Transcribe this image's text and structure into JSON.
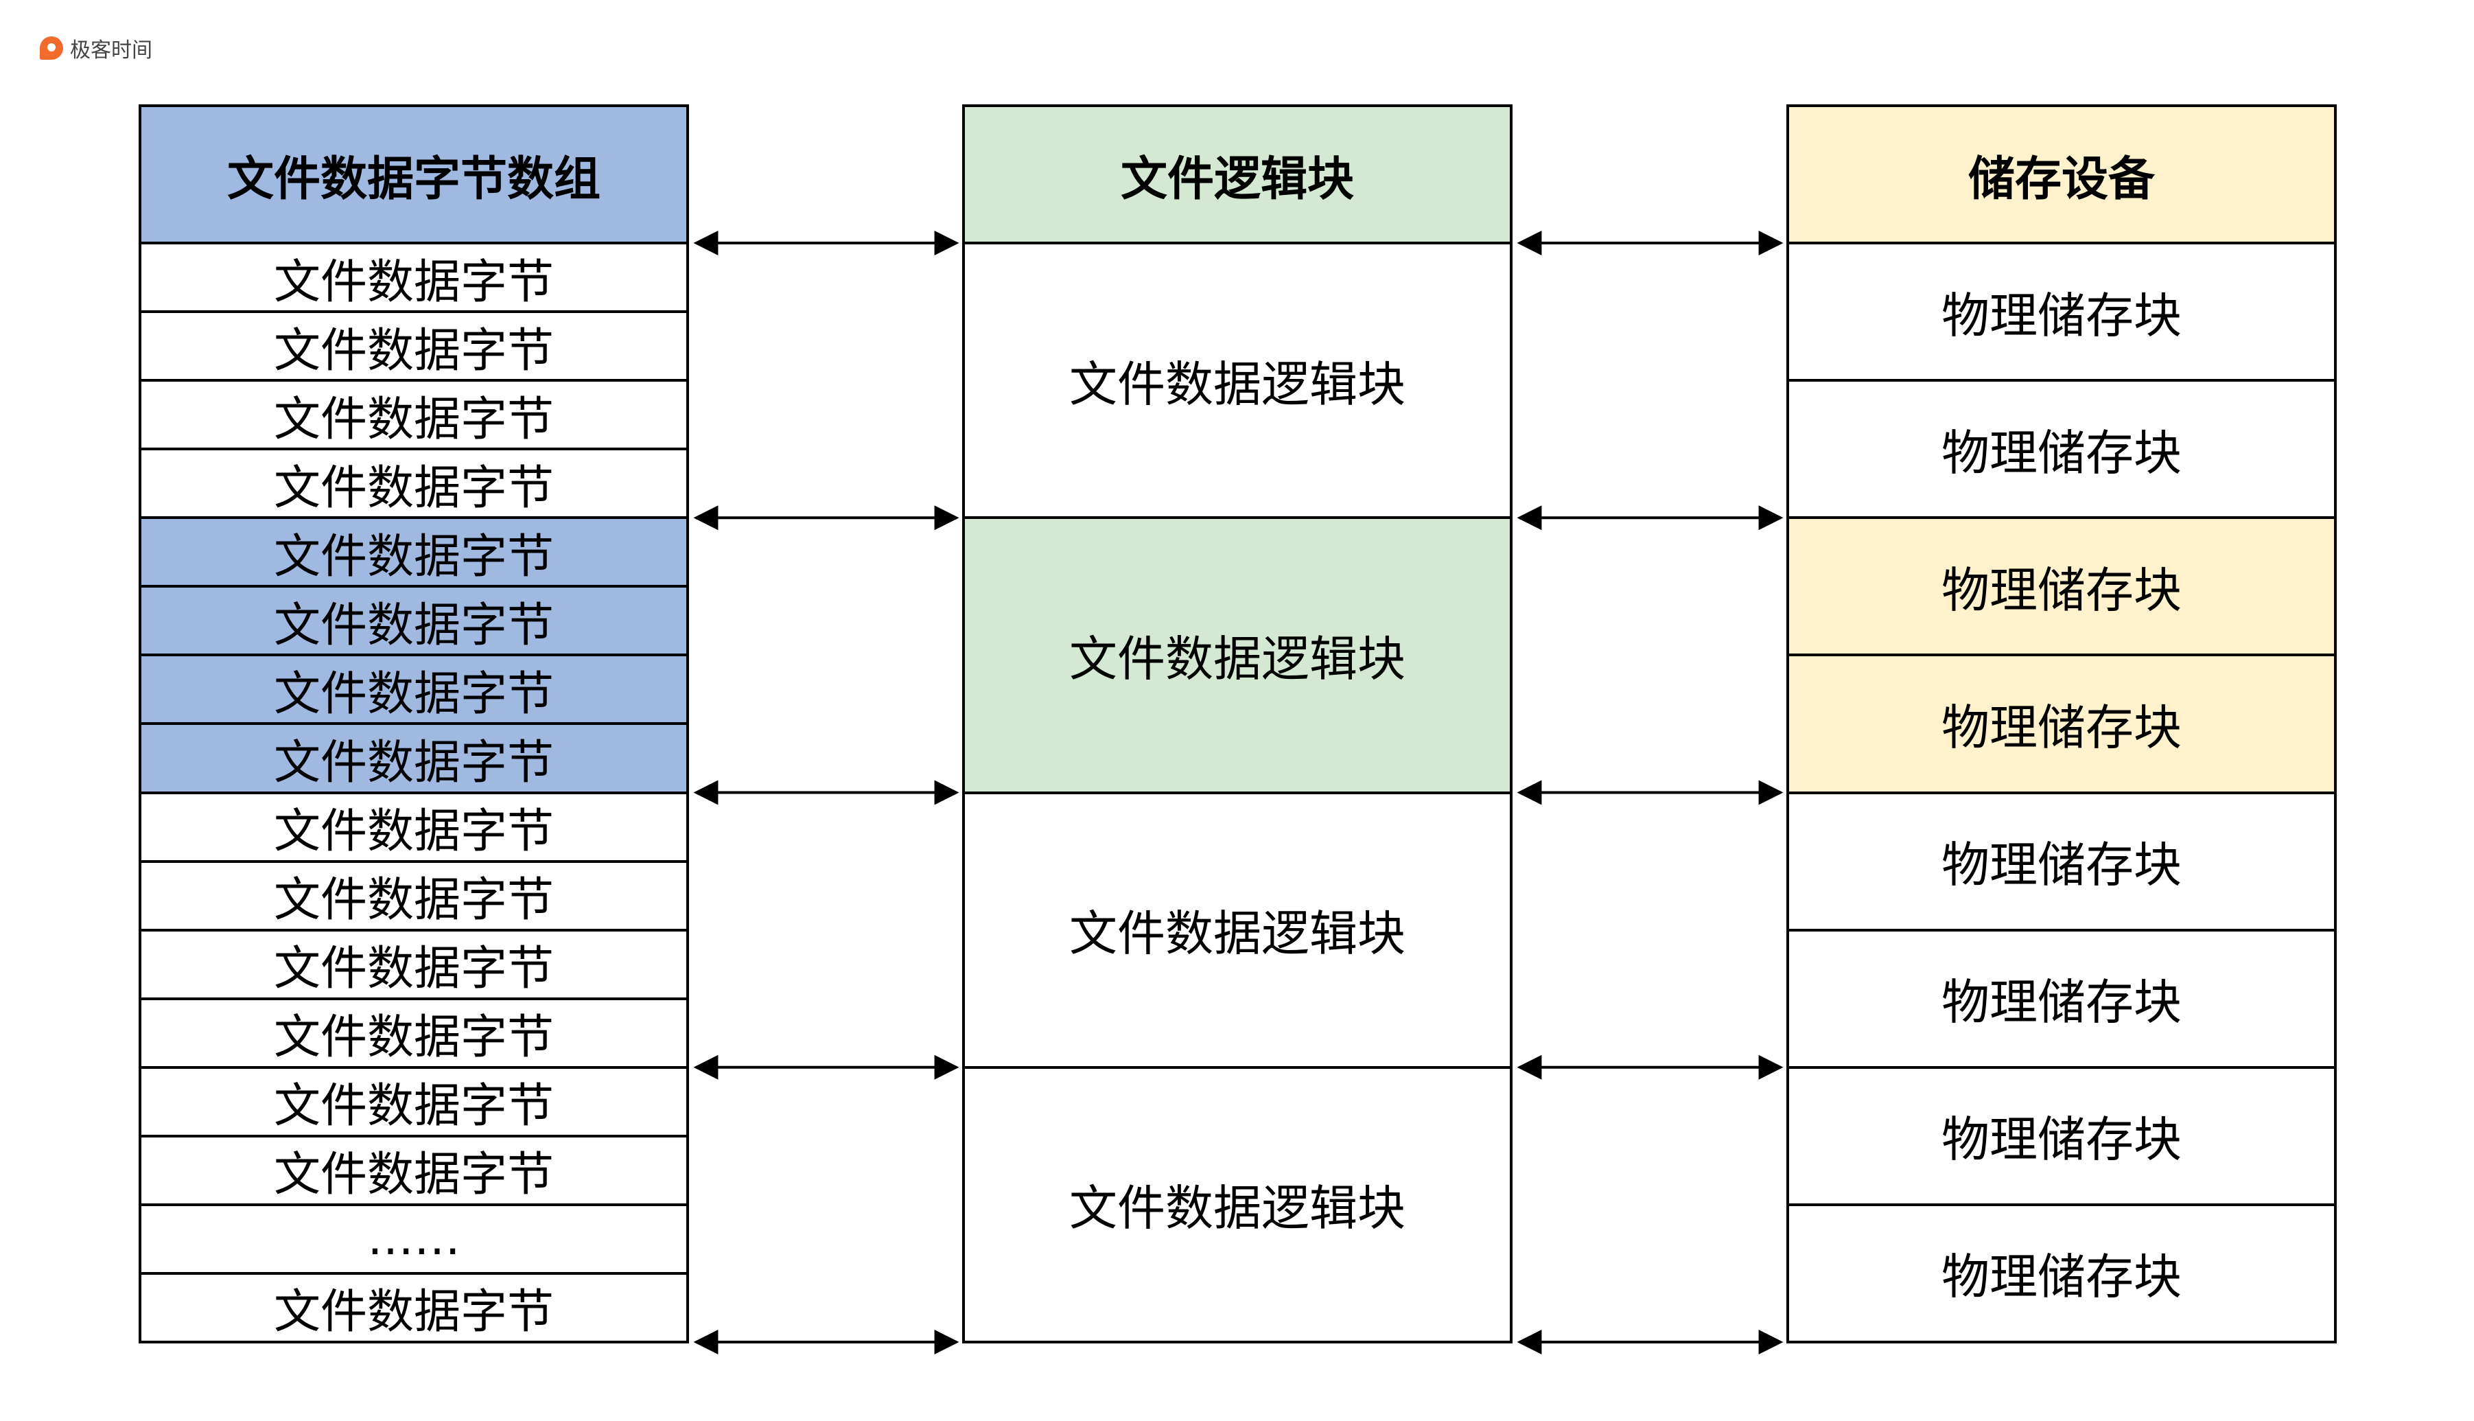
{
  "brand": {
    "logo_text": "极客时间"
  },
  "columns": {
    "bytes": {
      "header": "文件数据字节数组",
      "header_color": "#a0b9e1",
      "highlight_color": "#a0b9e1",
      "rows": [
        {
          "label": "文件数据字节",
          "highlighted": false
        },
        {
          "label": "文件数据字节",
          "highlighted": false
        },
        {
          "label": "文件数据字节",
          "highlighted": false
        },
        {
          "label": "文件数据字节",
          "highlighted": false
        },
        {
          "label": "文件数据字节",
          "highlighted": true
        },
        {
          "label": "文件数据字节",
          "highlighted": true
        },
        {
          "label": "文件数据字节",
          "highlighted": true
        },
        {
          "label": "文件数据字节",
          "highlighted": true
        },
        {
          "label": "文件数据字节",
          "highlighted": false
        },
        {
          "label": "文件数据字节",
          "highlighted": false
        },
        {
          "label": "文件数据字节",
          "highlighted": false
        },
        {
          "label": "文件数据字节",
          "highlighted": false
        },
        {
          "label": "文件数据字节",
          "highlighted": false
        },
        {
          "label": "文件数据字节",
          "highlighted": false
        },
        {
          "label": "……",
          "highlighted": false
        },
        {
          "label": "文件数据字节",
          "highlighted": false
        }
      ]
    },
    "logical": {
      "header": "文件逻辑块",
      "header_color": "#d5e8d4",
      "highlight_color": "#d5e8d4",
      "rows": [
        {
          "label": "文件数据逻辑块",
          "highlighted": false
        },
        {
          "label": "文件数据逻辑块",
          "highlighted": true
        },
        {
          "label": "文件数据逻辑块",
          "highlighted": false
        },
        {
          "label": "文件数据逻辑块",
          "highlighted": false
        }
      ]
    },
    "storage": {
      "header": "储存设备",
      "header_color": "#fff2cc",
      "highlight_color": "#fff2cc",
      "rows": [
        {
          "label": "物理储存块",
          "highlighted": false
        },
        {
          "label": "物理储存块",
          "highlighted": false
        },
        {
          "label": "物理储存块",
          "highlighted": true
        },
        {
          "label": "物理储存块",
          "highlighted": true
        },
        {
          "label": "物理储存块",
          "highlighted": false
        },
        {
          "label": "物理储存块",
          "highlighted": false
        },
        {
          "label": "物理储存块",
          "highlighted": false
        },
        {
          "label": "物理储存块",
          "highlighted": false
        }
      ]
    }
  },
  "arrows": {
    "style": "bidirectional",
    "color": "#000000"
  }
}
